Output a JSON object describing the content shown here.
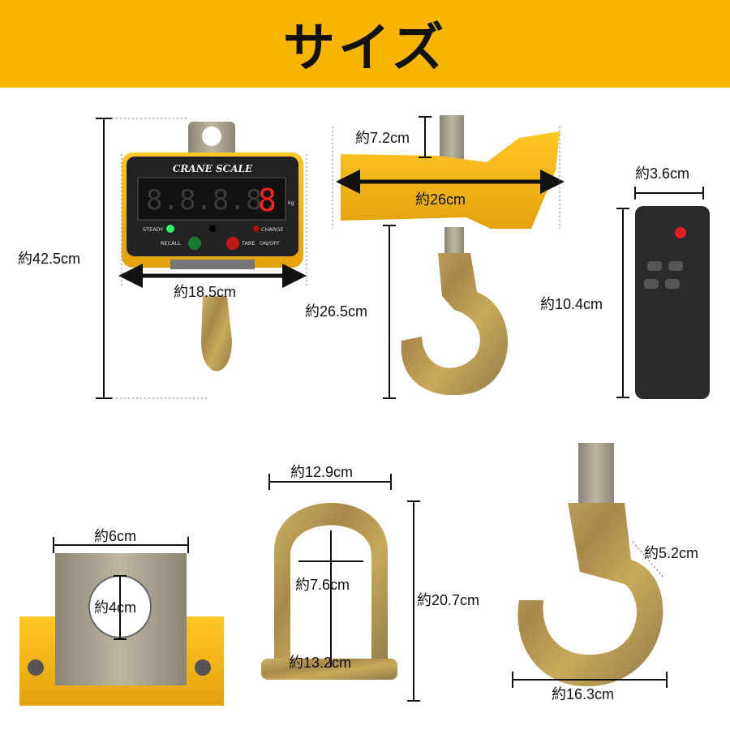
{
  "banner": {
    "title": "サイズ"
  },
  "scale_front": {
    "panel_title": "CRANE SCALE",
    "display_digits": "8.8.8.8.",
    "display_red_digit": "8",
    "unit": "kg",
    "label_steady": "STEADY",
    "label_charge": "CHARGE",
    "label_recall": "RECALL",
    "label_tare": "TARE",
    "label_onoff": "ON/OFF",
    "height": "約42.5cm",
    "width": "約18.5cm"
  },
  "scale_side": {
    "depth": "約7.2cm",
    "length": "約26cm",
    "hook_height": "約26.5cm"
  },
  "remote": {
    "width": "約3.6cm",
    "height": "約10.4cm"
  },
  "mount": {
    "width": "約6cm",
    "hole": "約4cm"
  },
  "shackle": {
    "outer_width": "約12.9cm",
    "inner_width": "約7.6cm",
    "height": "約20.7cm",
    "inner_height": "約13.2cm"
  },
  "hook": {
    "opening": "約5.2cm",
    "width": "約16.3cm"
  },
  "colors": {
    "banner": "#f7b500",
    "scale_body": "#f2b416",
    "hook_metal": "#b99a4a"
  }
}
